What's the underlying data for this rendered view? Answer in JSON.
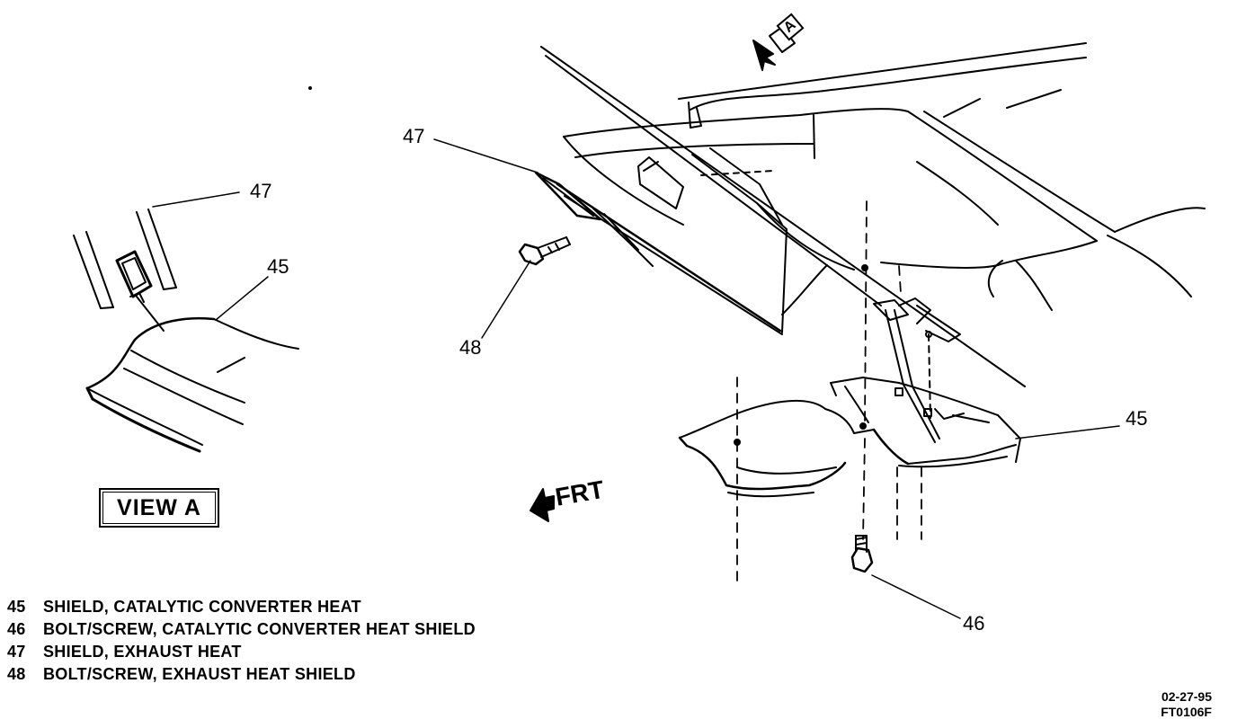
{
  "callouts": {
    "view_a_47": "47",
    "view_a_45": "45",
    "main_47": "47",
    "main_48": "48",
    "main_45": "45",
    "main_46": "46"
  },
  "labels": {
    "view_a": "VIEW A",
    "front": "FRT",
    "arrow_a": "A"
  },
  "legend": [
    {
      "num": "45",
      "text": "SHIELD, CATALYTIC CONVERTER HEAT"
    },
    {
      "num": "46",
      "text": "BOLT/SCREW, CATALYTIC CONVERTER HEAT SHIELD"
    },
    {
      "num": "47",
      "text": "SHIELD, EXHAUST HEAT"
    },
    {
      "num": "48",
      "text": "BOLT/SCREW, EXHAUST HEAT SHIELD"
    }
  ],
  "footer": {
    "date": "02-27-95",
    "code": "FT0106F"
  },
  "colors": {
    "ink": "#000000",
    "paper": "#ffffff"
  }
}
